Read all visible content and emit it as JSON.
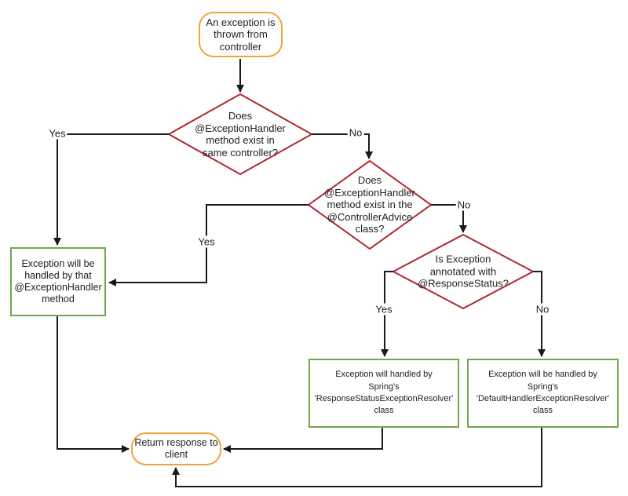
{
  "colors": {
    "terminal_border": "#f0a33c",
    "decision_border": "#b02631",
    "process_border": "#6fa84f",
    "connector": "#1a1a1a",
    "node_fill": "#ffffff"
  },
  "nodes": {
    "start": {
      "label": "An exception is\nthrown from\ncontroller"
    },
    "decision_same_controller": {
      "label": "Does\n@ExceptionHandler\nmethod exist in\nsame controller?"
    },
    "process_exception_handler": {
      "label": "Exception will be\nhandled by that\n@ExceptionHandler\nmethod"
    },
    "decision_controller_advice": {
      "label": "Does\n@ExceptionHandler\nmethod exist in the\n@ControllerAdvice\nclass?"
    },
    "decision_response_status": {
      "label": "Is Exception\nannotated with\n@ResponseStatus?"
    },
    "process_response_status_resolver": {
      "label": "Exception will handled by\nSpring's\n'ResponseStatusExceptionResolver'\nclass"
    },
    "process_default_handler_resolver": {
      "label": "Exception will be handled by\nSpring's\n'DefaultHandlerExceptionResolver'\nclass"
    },
    "end": {
      "label": "Return response to\nclient"
    }
  },
  "edges": {
    "labels": {
      "d1_yes": "Yes",
      "d1_no": "No",
      "d2_yes": "Yes",
      "d2_no": "No",
      "d3_yes": "Yes",
      "d3_no": "No"
    }
  }
}
